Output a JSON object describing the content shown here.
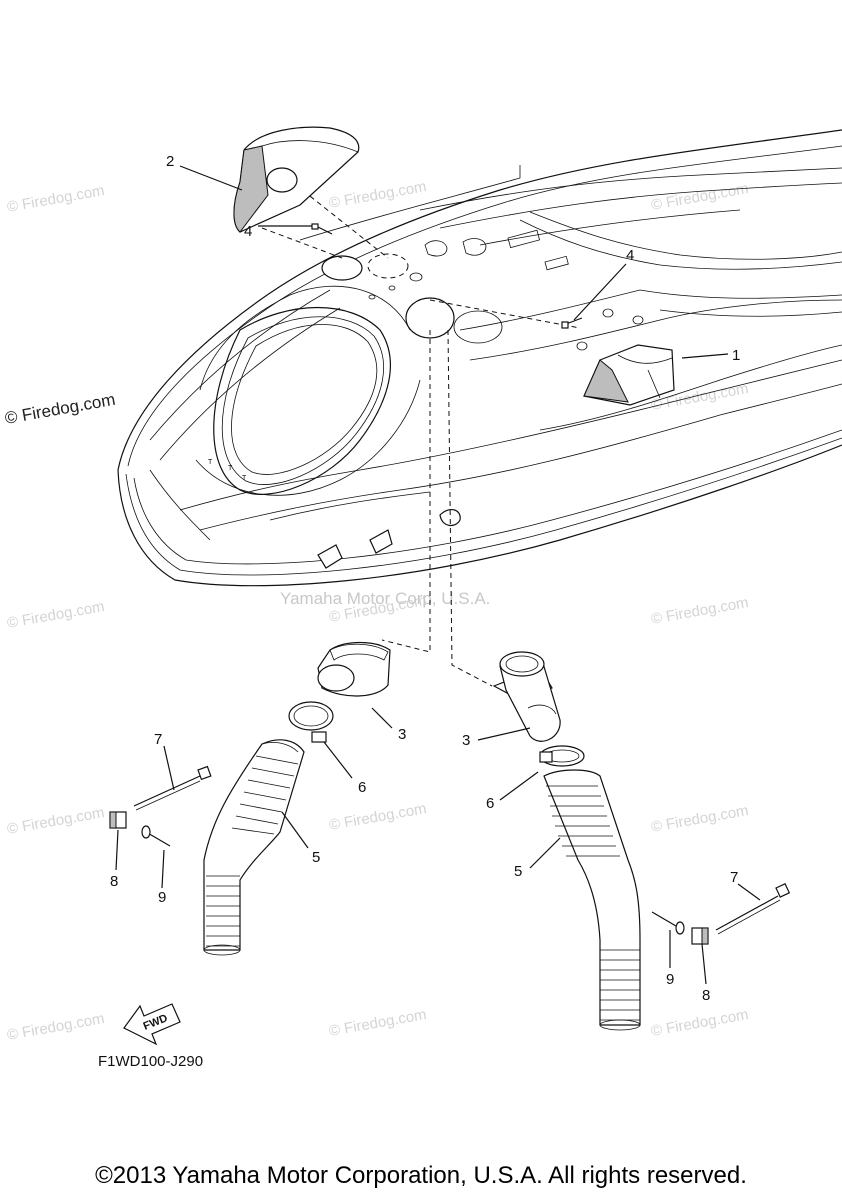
{
  "watermark": "© Firedog.com",
  "corp_watermark": "Yamaha Motor Corp, U.S.A.",
  "callouts": [
    "1",
    "2",
    "3",
    "3",
    "4",
    "4",
    "5",
    "5",
    "6",
    "6",
    "7",
    "7",
    "8",
    "8",
    "9",
    "9"
  ],
  "fwd_label": "FWD",
  "diagram_code": "F1WD100-J290",
  "copyright": "©2013 Yamaha Motor Corporation, U.S.A. All rights reserved."
}
